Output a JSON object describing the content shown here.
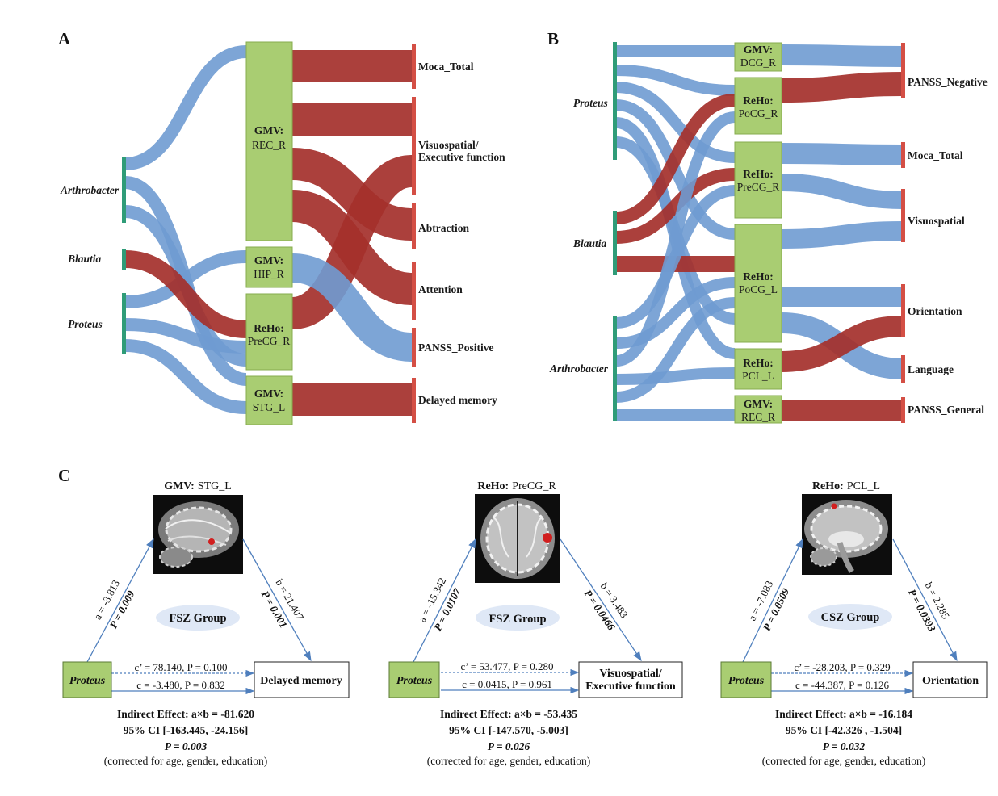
{
  "colors": {
    "blue_link": "#6f9bd2",
    "red_link": "#a4302b",
    "source_bar": "#2f9c78",
    "middle_node": "#a9cd72",
    "middle_node_border": "#86ac4d",
    "target_bar": "#d44f45",
    "group_ellipse": "#dfe8f6",
    "arrow_blue": "#4f7fbd"
  },
  "panel_a": {
    "letter": "A",
    "sources": [
      "Arthrobacter",
      "Blautia",
      "Proteus"
    ],
    "middles": [
      {
        "bold": "GMV:",
        "name": "REC_R"
      },
      {
        "bold": "GMV:",
        "name": "HIP_R"
      },
      {
        "bold": "ReHo:",
        "name": "PreCG_R"
      },
      {
        "bold": "GMV:",
        "name": "STG_L"
      }
    ],
    "targets": [
      "Moca_Total",
      "Visuospatial/",
      "Executive function",
      "Abtraction",
      "Attention",
      "PANSS_Positive",
      "Delayed memory"
    ]
  },
  "panel_b": {
    "letter": "B",
    "sources": [
      "Proteus",
      "Blautia",
      "Arthrobacter"
    ],
    "middles": [
      {
        "bold": "GMV:",
        "name": "DCG_R"
      },
      {
        "bold": "ReHo:",
        "name": "PoCG_R"
      },
      {
        "bold": "ReHo:",
        "name": "PreCG_R"
      },
      {
        "bold": "ReHo:",
        "name": "PoCG_L"
      },
      {
        "bold": "ReHo:",
        "name": "PCL_L"
      },
      {
        "bold": "GMV:",
        "name": "REC_R"
      }
    ],
    "targets": [
      "PANSS_Negative",
      "Moca_Total",
      "Visuospatial",
      "Orientation",
      "Language",
      "PANSS_General"
    ]
  },
  "panel_c": {
    "letter": "C",
    "models": [
      {
        "brain_title_bold": "GMV:",
        "brain_title_name": "STG_L",
        "group": "FSZ  Group",
        "predictor": "Proteus",
        "outcome_line1": "Delayed memory",
        "outcome_line2": "",
        "a_coef": "a = -3.813",
        "a_p": "P = 0.009",
        "b_coef": "b = 21.407",
        "b_p": "P = 0.001",
        "c_prime": "c’ = 78.140, P = 0.100",
        "c_total": "c = -3.480, P = 0.832",
        "indirect": "Indirect Effect: a×b = -81.620",
        "ci": "95% CI  [-163.445, -24.156]",
        "p": "P = 0.003",
        "note": "(corrected for age, gender, education)"
      },
      {
        "brain_title_bold": "ReHo:",
        "brain_title_name": "PreCG_R",
        "group": "FSZ  Group",
        "predictor": "Proteus",
        "outcome_line1": "Visuospatial/",
        "outcome_line2": "Executive function",
        "a_coef": "a = -15.342",
        "a_p": "P = 0.0107",
        "b_coef": "b = 3.483",
        "b_p": "P = 0.0466",
        "c_prime": "c’ = 53.477, P = 0.280",
        "c_total": "c = 0.0415, P = 0.961",
        "indirect": "Indirect Effect: a×b = -53.435",
        "ci": "95% CI  [-147.570, -5.003]",
        "p": "P = 0.026",
        "note": "(corrected for age, gender, education)"
      },
      {
        "brain_title_bold": "ReHo:",
        "brain_title_name": "PCL_L",
        "group": "CSZ  Group",
        "predictor": "Proteus",
        "outcome_line1": "Orientation",
        "outcome_line2": "",
        "a_coef": "a = -7.083",
        "a_p": "P = 0.0509",
        "b_coef": "b = 2.285",
        "b_p": "P = 0.0393",
        "c_prime": "c’ = -28.203, P = 0.329",
        "c_total": "c = -44.387, P = 0.126",
        "indirect": "Indirect Effect: a×b = -16.184",
        "ci": "95% CI  [-42.326 , -1.504]",
        "p": "P = 0.032",
        "note": "(corrected for age, gender, education)"
      }
    ]
  }
}
